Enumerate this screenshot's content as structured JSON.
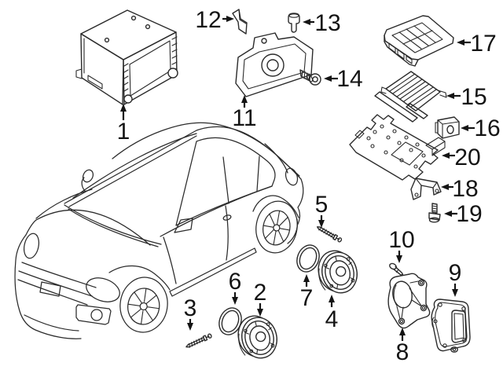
{
  "diagram": {
    "kind": "exploded-parts-diagram",
    "subject": "vehicle-audio-components",
    "vehicle": "beetle-coupe-outline"
  },
  "colors": {
    "background": "#ffffff",
    "line": "#2b2b2b",
    "label": "#141414"
  },
  "callouts": [
    {
      "label": "1"
    },
    {
      "label": "2"
    },
    {
      "label": "3"
    },
    {
      "label": "4"
    },
    {
      "label": "5"
    },
    {
      "label": "6"
    },
    {
      "label": "7"
    },
    {
      "label": "8"
    },
    {
      "label": "9"
    },
    {
      "label": "10"
    },
    {
      "label": "11"
    },
    {
      "label": "12"
    },
    {
      "label": "13"
    },
    {
      "label": "14"
    },
    {
      "label": "15"
    },
    {
      "label": "16"
    },
    {
      "label": "17"
    },
    {
      "label": "18"
    },
    {
      "label": "19"
    },
    {
      "label": "20"
    }
  ]
}
